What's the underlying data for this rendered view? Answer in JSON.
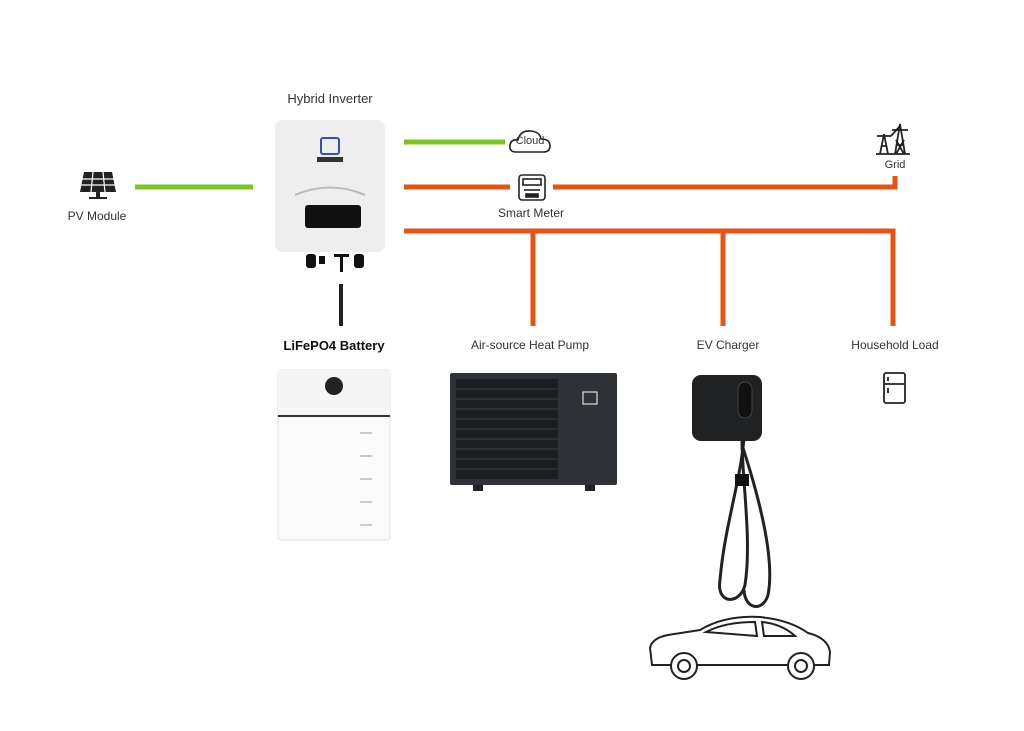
{
  "colors": {
    "ac_line": "#e8540f",
    "dc_comm_line": "#7cc520",
    "dc_battery_line": "#222222"
  },
  "nodes": {
    "inverter": {
      "label": "Hybrid Inverter",
      "icon": "inverter-image"
    },
    "pv": {
      "label": "PV Module",
      "icon": "solar-panel-icon"
    },
    "cloud": {
      "label": "Cloud",
      "icon": "cloud-icon"
    },
    "meter": {
      "label": "Smart Meter",
      "icon": "smart-meter-icon"
    },
    "grid": {
      "label": "Grid",
      "icon": "power-tower-icon"
    },
    "battery": {
      "label": "LiFePO4 Battery",
      "icon": "battery-image"
    },
    "heatpump": {
      "label": "Air-source Heat Pump",
      "icon": "heat-pump-image"
    },
    "ev": {
      "label": "EV Charger",
      "icon": "ev-charger-image"
    },
    "load": {
      "label": "Household Load",
      "icon": "fridge-icon"
    },
    "car": {
      "icon": "car-icon"
    }
  }
}
